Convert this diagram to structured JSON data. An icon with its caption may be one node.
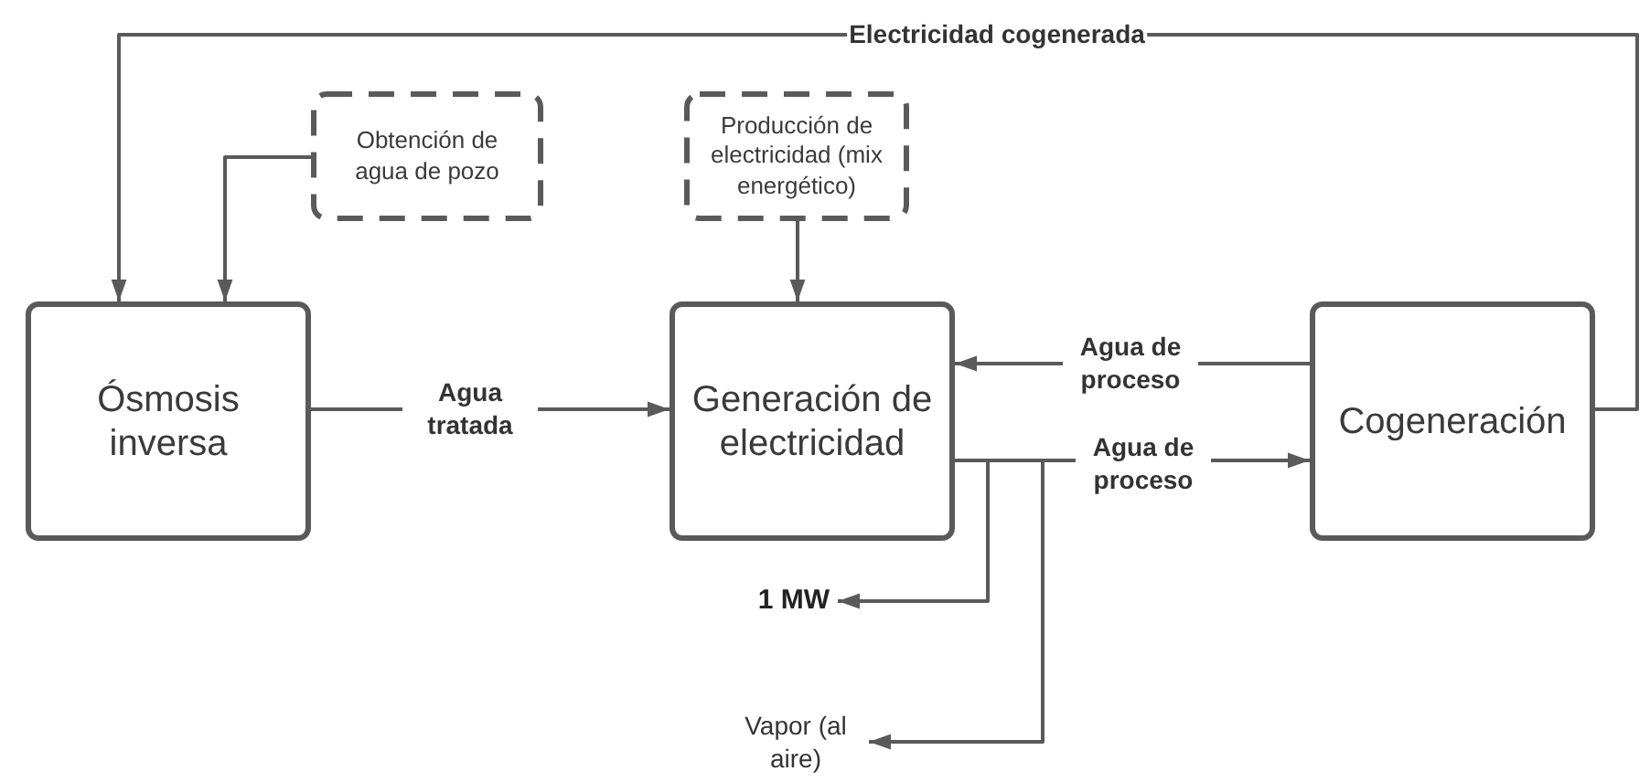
{
  "diagram": {
    "nodes": [
      {
        "text": [
          "Obtención de agua de pozo"
        ]
      },
      {
        "text": [
          "Producción de electricidad (mix energético)"
        ]
      },
      {
        "text": [
          "Ósmosis inversa"
        ]
      },
      {
        "text": [
          "Generación de electricidad"
        ]
      },
      {
        "text": [
          "Cogeneración"
        ]
      },
      {
        "text": [
          "1 MW"
        ]
      },
      {
        "text": [
          "Vapor (al aire)"
        ]
      }
    ],
    "edges": [
      {
        "from": 4,
        "to": 2,
        "arrow": "to",
        "label": "Electricidad cogenerada"
      },
      {
        "from": 0,
        "to": 2,
        "arrow": "to"
      },
      {
        "from": 2,
        "to": 3,
        "arrow": "to",
        "label": "Agua tratada"
      },
      {
        "from": 1,
        "to": 3,
        "arrow": "to"
      },
      {
        "from": 4,
        "to": 3,
        "arrow": "to",
        "label": "Agua de proceso"
      },
      {
        "from": 3,
        "to": 4,
        "arrow": "to",
        "label": "Agua de proceso"
      },
      {
        "from": 3,
        "to": 5,
        "arrow": "to"
      },
      {
        "from": 3,
        "to": 6,
        "arrow": "to"
      }
    ]
  }
}
